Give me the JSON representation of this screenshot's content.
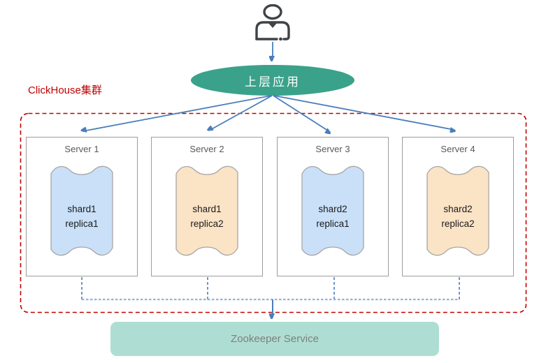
{
  "diagram": {
    "title_hint": "ClickHouse cluster architecture diagram",
    "user": {
      "icon": "person-with-headset-icon",
      "color": "#3f4347"
    },
    "top_app": {
      "label": "上层应用",
      "fill": "#3aa28a",
      "text_color": "#ffffff"
    },
    "cluster": {
      "label": "ClickHouse集群",
      "border_color": "#c00000"
    },
    "servers": [
      {
        "name": "Server 1",
        "shard": "shard1",
        "replica": "replica1",
        "fill": "#c9e0f8"
      },
      {
        "name": "Server 2",
        "shard": "shard1",
        "replica": "replica2",
        "fill": "#fbe3c6"
      },
      {
        "name": "Server 3",
        "shard": "shard2",
        "replica": "replica1",
        "fill": "#c9e0f8"
      },
      {
        "name": "Server 4",
        "shard": "shard2",
        "replica": "replica2",
        "fill": "#fbe3c6"
      }
    ],
    "zookeeper": {
      "label": "Zookeeper Service",
      "fill": "#aeded3",
      "text_color": "#7f7f7f"
    },
    "colors": {
      "arrow": "#4a7ebb",
      "dashed_drop": "#4472c4",
      "dashed_bus": "#95b3d7",
      "box_border": "#9c9c9c",
      "tape_border": "#a6a6a6"
    }
  }
}
